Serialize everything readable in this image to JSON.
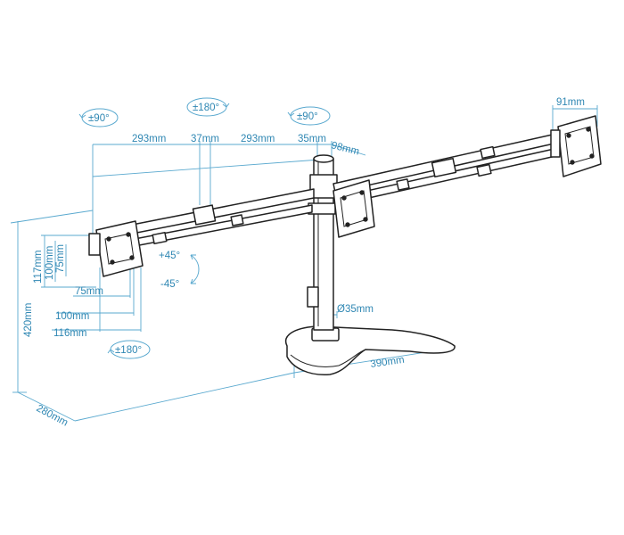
{
  "diagram": {
    "labels": {
      "rot_left": "±90°",
      "rot_mid_top": "±180°",
      "rot_center": "±90°",
      "rot_bottom_left": "±180°",
      "tilt_up": "+45°",
      "tilt_down": "-45°",
      "arm_left": "293mm",
      "joint": "37mm",
      "arm_right": "293mm",
      "pole_top": "35mm",
      "clamp": "98mm",
      "bracket_right": "91mm",
      "height_total": "420mm",
      "vesa_117": "117mm",
      "vesa_100_v": "100mm",
      "vesa_75_v": "75mm",
      "vesa_75_h": "75mm",
      "vesa_100_h": "100mm",
      "vesa_116_h": "116mm",
      "pole_diameter": "Ø35mm",
      "base_depth": "280mm",
      "base_width": "390mm"
    },
    "colors": {
      "dimension": "#2f87b3",
      "outline": "#222222"
    }
  }
}
